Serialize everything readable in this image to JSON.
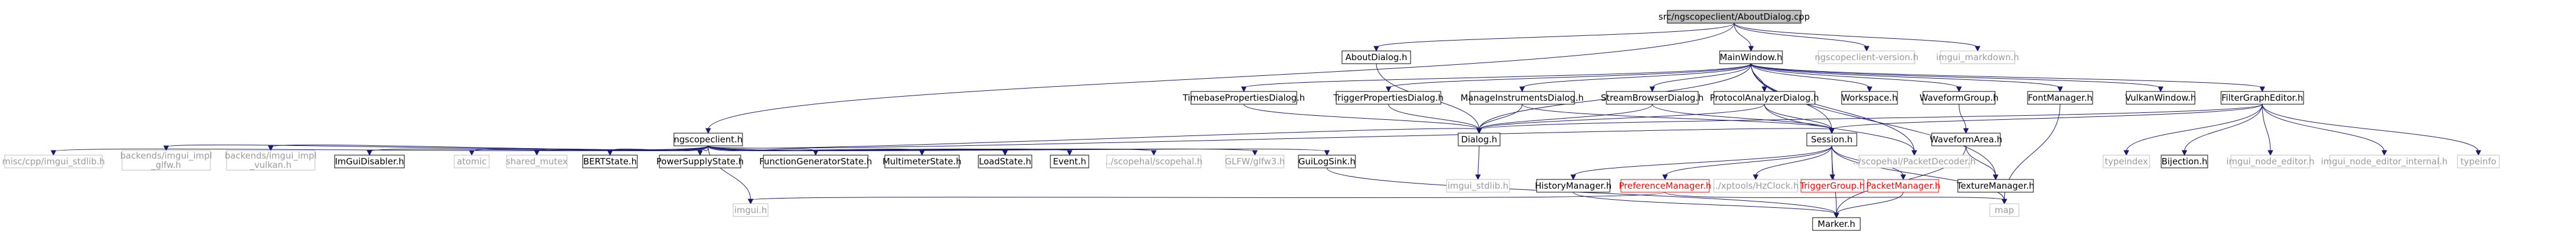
{
  "colors": {
    "edge": "#191970",
    "root_fill": "#bfbfbf",
    "box_border": "#000000",
    "external_border": "#bfbfbf",
    "external_text": "#9a9a9a",
    "missing_border": "#ff0000",
    "missing_text": "#ff0000",
    "text": "#000000"
  },
  "nodes": [
    {
      "id": "root",
      "label": "src/ngscopeclient/AboutDialog.cpp",
      "kind": "root"
    },
    {
      "id": "aboutdialog_h",
      "label": "AboutDialog.h",
      "kind": "normal"
    },
    {
      "id": "ngscopeclient_version_h",
      "label": "ngscopeclient-version.h",
      "kind": "external"
    },
    {
      "id": "imgui_markdown_h",
      "label": "imgui_markdown.h",
      "kind": "external"
    },
    {
      "id": "mainwindow_h",
      "label": "MainWindow.h",
      "kind": "normal"
    },
    {
      "id": "timebase_h",
      "label": "TimebasePropertiesDialog.h",
      "kind": "normal"
    },
    {
      "id": "trigger_h",
      "label": "TriggerPropertiesDialog.h",
      "kind": "normal"
    },
    {
      "id": "manageinst_h",
      "label": "ManageInstrumentsDialog.h",
      "kind": "normal"
    },
    {
      "id": "streambrowser_h",
      "label": "StreamBrowserDialog.h",
      "kind": "normal"
    },
    {
      "id": "protocolanalyzer_h",
      "label": "ProtocolAnalyzerDialog.h",
      "kind": "normal"
    },
    {
      "id": "workspace_h",
      "label": "Workspace.h",
      "kind": "normal"
    },
    {
      "id": "waveformgroup_h",
      "label": "WaveformGroup.h",
      "kind": "normal"
    },
    {
      "id": "fontmanager_h",
      "label": "FontManager.h",
      "kind": "normal"
    },
    {
      "id": "vulkanwindow_h",
      "label": "VulkanWindow.h",
      "kind": "normal"
    },
    {
      "id": "filtergrapheditor_h",
      "label": "FilterGraphEditor.h",
      "kind": "normal"
    },
    {
      "id": "dialog_h",
      "label": "Dialog.h",
      "kind": "normal"
    },
    {
      "id": "session_h",
      "label": "Session.h",
      "kind": "normal"
    },
    {
      "id": "packetdecoder_h",
      "label": "../scopehal/PacketDecoder.h",
      "kind": "external"
    },
    {
      "id": "waveformarea_h",
      "label": "WaveformArea.h",
      "kind": "normal"
    },
    {
      "id": "ngscopeclient_h",
      "label": "ngscopeclient.h",
      "kind": "normal"
    },
    {
      "id": "typeindex",
      "label": "typeindex",
      "kind": "external"
    },
    {
      "id": "bijection_h",
      "label": "Bijection.h",
      "kind": "normal"
    },
    {
      "id": "imgui_node_editor_h",
      "label": "imgui_node_editor.h",
      "kind": "external"
    },
    {
      "id": "imgui_node_editor_internal_h",
      "label": "imgui_node_editor_internal.h",
      "kind": "external"
    },
    {
      "id": "typeinfo",
      "label": "typeinfo",
      "kind": "external"
    },
    {
      "id": "misc_stdlib",
      "label": "misc/cpp/imgui_stdlib.h",
      "kind": "external"
    },
    {
      "id": "backends_glfw",
      "label": "backends/imgui_impl\n_glfw.h",
      "kind": "external"
    },
    {
      "id": "backends_vulkan",
      "label": "backends/imgui_impl\n_vulkan.h",
      "kind": "external"
    },
    {
      "id": "imguidisabler_h",
      "label": "ImGuiDisabler.h",
      "kind": "normal"
    },
    {
      "id": "atomic",
      "label": "atomic",
      "kind": "external"
    },
    {
      "id": "shared_mutex",
      "label": "shared_mutex",
      "kind": "external"
    },
    {
      "id": "bertstate_h",
      "label": "BERTState.h",
      "kind": "normal"
    },
    {
      "id": "powersupplystate_h",
      "label": "PowerSupplyState.h",
      "kind": "normal"
    },
    {
      "id": "functiongenstate_h",
      "label": "FunctionGeneratorState.h",
      "kind": "normal"
    },
    {
      "id": "multimeterstate_h",
      "label": "MultimeterState.h",
      "kind": "normal"
    },
    {
      "id": "loadstate_h",
      "label": "LoadState.h",
      "kind": "normal"
    },
    {
      "id": "event_h",
      "label": "Event.h",
      "kind": "normal"
    },
    {
      "id": "scopehal_h",
      "label": "../scopehal/scopehal.h",
      "kind": "external"
    },
    {
      "id": "glfw3_h",
      "label": "GLFW/glfw3.h",
      "kind": "external"
    },
    {
      "id": "guilogsink_h",
      "label": "GuiLogSink.h",
      "kind": "normal"
    },
    {
      "id": "imgui_stdlib_h",
      "label": "imgui_stdlib.h",
      "kind": "external"
    },
    {
      "id": "historymanager_h",
      "label": "HistoryManager.h",
      "kind": "normal"
    },
    {
      "id": "preferencemanager_h",
      "label": "PreferenceManager.h",
      "kind": "missing"
    },
    {
      "id": "hzclock_h",
      "label": "../xptools/HzClock.h",
      "kind": "external"
    },
    {
      "id": "triggergroup_h",
      "label": "TriggerGroup.h",
      "kind": "missing"
    },
    {
      "id": "packetmanager_h",
      "label": "PacketManager.h",
      "kind": "missing"
    },
    {
      "id": "texturemanager_h",
      "label": "TextureManager.h",
      "kind": "normal"
    },
    {
      "id": "imgui_h",
      "label": "imgui.h",
      "kind": "external"
    },
    {
      "id": "marker_h",
      "label": "Marker.h",
      "kind": "normal"
    },
    {
      "id": "map",
      "label": "map",
      "kind": "external"
    }
  ],
  "edges": [
    [
      "root",
      "aboutdialog_h"
    ],
    [
      "root",
      "ngscopeclient_version_h"
    ],
    [
      "root",
      "imgui_markdown_h"
    ],
    [
      "root",
      "mainwindow_h"
    ],
    [
      "root",
      "ngscopeclient_h"
    ],
    [
      "aboutdialog_h",
      "dialog_h"
    ],
    [
      "mainwindow_h",
      "timebase_h"
    ],
    [
      "mainwindow_h",
      "trigger_h"
    ],
    [
      "mainwindow_h",
      "manageinst_h"
    ],
    [
      "mainwindow_h",
      "streambrowser_h"
    ],
    [
      "mainwindow_h",
      "protocolanalyzer_h"
    ],
    [
      "mainwindow_h",
      "workspace_h"
    ],
    [
      "mainwindow_h",
      "waveformgroup_h"
    ],
    [
      "mainwindow_h",
      "fontmanager_h"
    ],
    [
      "mainwindow_h",
      "vulkanwindow_h"
    ],
    [
      "mainwindow_h",
      "filtergrapheditor_h"
    ],
    [
      "mainwindow_h",
      "dialog_h"
    ],
    [
      "mainwindow_h",
      "session_h"
    ],
    [
      "mainwindow_h",
      "packetdecoder_h"
    ],
    [
      "mainwindow_h",
      "texturemanager_h"
    ],
    [
      "timebase_h",
      "dialog_h"
    ],
    [
      "trigger_h",
      "dialog_h"
    ],
    [
      "manageinst_h",
      "dialog_h"
    ],
    [
      "manageinst_h",
      "session_h"
    ],
    [
      "streambrowser_h",
      "dialog_h"
    ],
    [
      "streambrowser_h",
      "session_h"
    ],
    [
      "protocolanalyzer_h",
      "dialog_h"
    ],
    [
      "protocolanalyzer_h",
      "session_h"
    ],
    [
      "protocolanalyzer_h",
      "packetdecoder_h"
    ],
    [
      "waveformgroup_h",
      "waveformarea_h"
    ],
    [
      "waveformarea_h",
      "texturemanager_h"
    ],
    [
      "waveformarea_h",
      "marker_h"
    ],
    [
      "fontmanager_h",
      "map"
    ],
    [
      "filtergrapheditor_h",
      "dialog_h"
    ],
    [
      "filtergrapheditor_h",
      "session_h"
    ],
    [
      "filtergrapheditor_h",
      "typeindex"
    ],
    [
      "filtergrapheditor_h",
      "bijection_h"
    ],
    [
      "filtergrapheditor_h",
      "imgui_node_editor_h"
    ],
    [
      "filtergrapheditor_h",
      "imgui_node_editor_internal_h"
    ],
    [
      "filtergrapheditor_h",
      "typeinfo"
    ],
    [
      "dialog_h",
      "imgui_stdlib_h"
    ],
    [
      "session_h",
      "historymanager_h"
    ],
    [
      "session_h",
      "preferencemanager_h"
    ],
    [
      "session_h",
      "hzclock_h"
    ],
    [
      "session_h",
      "triggergroup_h"
    ],
    [
      "session_h",
      "packetmanager_h"
    ],
    [
      "session_h",
      "marker_h"
    ],
    [
      "session_h",
      "map"
    ],
    [
      "historymanager_h",
      "marker_h"
    ],
    [
      "preferencemanager_h",
      "imgui_h"
    ],
    [
      "preferencemanager_h",
      "map"
    ],
    [
      "packetmanager_h",
      "marker_h"
    ],
    [
      "ngscopeclient_h",
      "misc_stdlib"
    ],
    [
      "ngscopeclient_h",
      "backends_glfw"
    ],
    [
      "ngscopeclient_h",
      "backends_vulkan"
    ],
    [
      "ngscopeclient_h",
      "imguidisabler_h"
    ],
    [
      "ngscopeclient_h",
      "atomic"
    ],
    [
      "ngscopeclient_h",
      "shared_mutex"
    ],
    [
      "ngscopeclient_h",
      "bertstate_h"
    ],
    [
      "ngscopeclient_h",
      "powersupplystate_h"
    ],
    [
      "ngscopeclient_h",
      "functiongenstate_h"
    ],
    [
      "ngscopeclient_h",
      "multimeterstate_h"
    ],
    [
      "ngscopeclient_h",
      "loadstate_h"
    ],
    [
      "ngscopeclient_h",
      "event_h"
    ],
    [
      "ngscopeclient_h",
      "scopehal_h"
    ],
    [
      "ngscopeclient_h",
      "glfw3_h"
    ],
    [
      "ngscopeclient_h",
      "guilogsink_h"
    ],
    [
      "ngscopeclient_h",
      "imgui_h"
    ],
    [
      "ngscopeclient_h",
      "session_h"
    ],
    [
      "ngscopeclient_h",
      "dialog_h"
    ],
    [
      "guilogsink_h",
      "marker_h"
    ]
  ]
}
